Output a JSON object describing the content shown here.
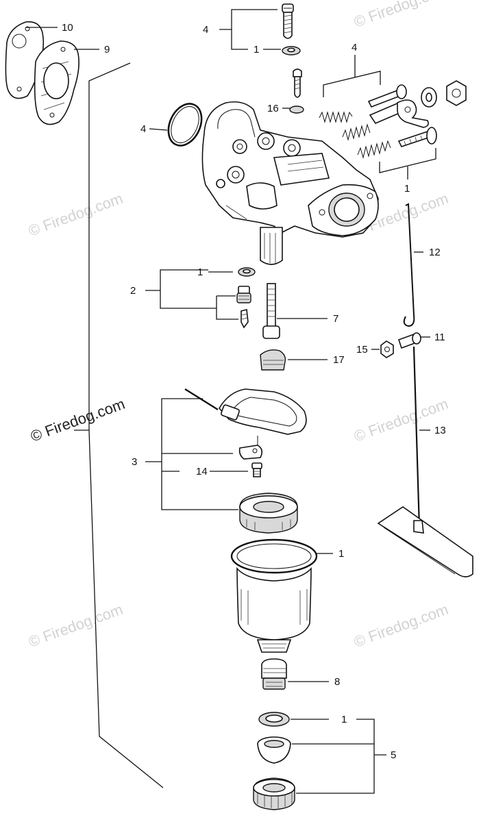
{
  "watermark": {
    "text": "© Firedog.com",
    "dark_text": "© Firedog.com"
  },
  "callouts": [
    {
      "id": "c10a",
      "text": "10"
    },
    {
      "id": "c9a",
      "text": "9"
    },
    {
      "id": "c4a",
      "text": "4"
    },
    {
      "id": "c1a",
      "text": "1"
    },
    {
      "id": "c4b",
      "text": "4"
    },
    {
      "id": "c16a",
      "text": "16"
    },
    {
      "id": "c1b",
      "text": "1"
    },
    {
      "id": "c4c",
      "text": "4"
    },
    {
      "id": "c12a",
      "text": "12"
    },
    {
      "id": "c1c",
      "text": "1"
    },
    {
      "id": "c2a",
      "text": "2"
    },
    {
      "id": "c7a",
      "text": "7"
    },
    {
      "id": "c11a",
      "text": "11"
    },
    {
      "id": "c15a",
      "text": "15"
    },
    {
      "id": "c17a",
      "text": "17"
    },
    {
      "id": "c13a",
      "text": "13"
    },
    {
      "id": "c3a",
      "text": "3"
    },
    {
      "id": "c14a",
      "text": "14"
    },
    {
      "id": "c1d",
      "text": "1"
    },
    {
      "id": "c8a",
      "text": "8"
    },
    {
      "id": "c1e",
      "text": "1"
    },
    {
      "id": "c5a",
      "text": "5"
    }
  ]
}
